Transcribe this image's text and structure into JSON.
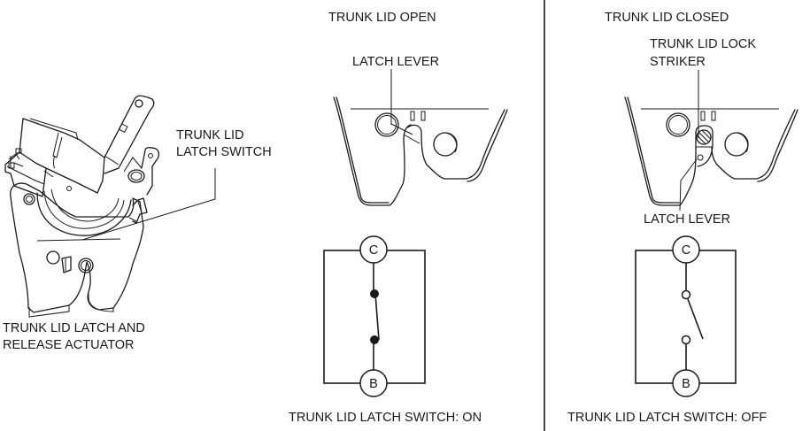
{
  "diagram": {
    "left_panel": {
      "component_label": "TRUNK LID LATCH SWITCH",
      "component_label_line1": "TRUNK LID",
      "component_label_line2": "LATCH SWITCH",
      "assembly_label_line1": "TRUNK LID LATCH AND",
      "assembly_label_line2": "RELEASE ACTUATOR"
    },
    "open_state": {
      "title": "TRUNK LID OPEN",
      "callout": "LATCH LEVER",
      "schematic": {
        "terminal_top": "C",
        "terminal_bottom": "B",
        "contacts": "closed",
        "contact_style": "filled"
      },
      "caption": "TRUNK LID LATCH SWITCH: ON"
    },
    "closed_state": {
      "title": "TRUNK LID CLOSED",
      "callout_top_line1": "TRUNK LID LOCK",
      "callout_top_line2": "STRIKER",
      "callout_bottom": "LATCH LEVER",
      "schematic": {
        "terminal_top": "C",
        "terminal_bottom": "B",
        "contacts": "open",
        "contact_style": "hollow"
      },
      "caption": "TRUNK LID LATCH SWITCH: OFF"
    },
    "colors": {
      "ink": "#1a1a1a",
      "background": "#ffffff"
    }
  }
}
